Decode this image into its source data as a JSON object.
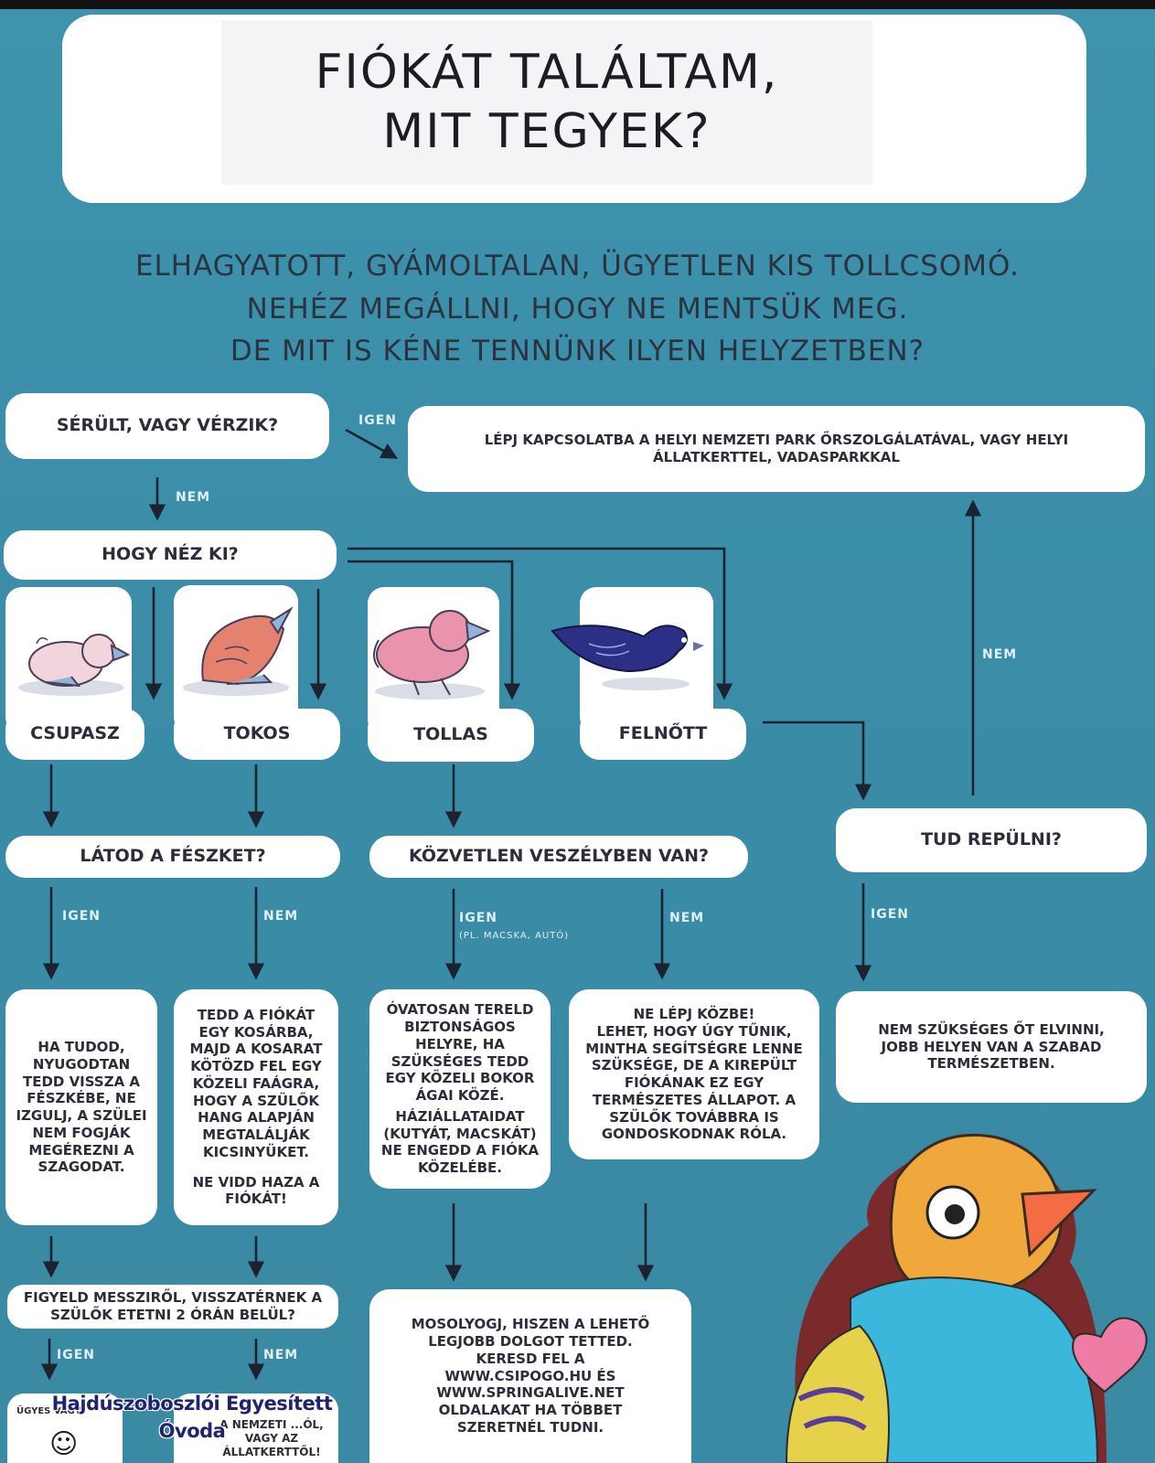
{
  "title": {
    "line1": "FIÓKÁT TALÁLTAM,",
    "line2": "MIT TEGYEK?"
  },
  "intro": {
    "line1": "ELHAGYATOTT, GYÁMOLTALAN, ÜGYETLEN KIS TOLLCSOMÓ.",
    "line2": "NEHÉZ MEGÁLLNI, HOGY NE MENTSÜK MEG.",
    "line3": "DE MIT IS KÉNE TENNÜNK ILYEN HELYZETBEN?"
  },
  "nodes": {
    "injured_question": "SÉRÜLT, VAGY VÉRZIK?",
    "contact_park": "LÉPJ KAPCSOLATBA A HELYI NEMZETI PARK ŐRSZOLGÁLATÁVAL, VAGY HELYI ÁLLATKERTTEL, VADASPARKKAL",
    "looks_question": "HOGY NÉZ KI?",
    "bird_naked": "CSUPASZ",
    "bird_pin": "TOKOS",
    "bird_feathered": "TOLLAS",
    "bird_adult": "FELNŐTT",
    "nest_question": "LÁTOD A FÉSZKET?",
    "danger_question": "KÖZVETLEN VESZÉLYBEN VAN?",
    "fly_question": "TUD REPÜLNI?",
    "put_back": "HA TUDOD, NYUGODTAN TEDD VISSZA A FÉSZKÉBE, NE IZGULJ, A SZÜLEI NEM FOGJÁK MEGÉREZNI A SZAGODAT.",
    "basket_main": "TEDD A FIÓKÁT EGY KOSÁRBA, MAJD A KOSARAT KÖTÖZD FEL EGY KÖZELI FAÁGRA, HOGY A SZÜLŐK HANG ALAPJÁN MEGTALÁLJÁK KICSINYÜKET.",
    "basket_extra": "NE VIDD HAZA A FIÓKÁT!",
    "herd_main": "ÓVATOSAN TERELD BIZTONSÁGOS HELYRE, HA SZÜKSÉGES TEDD EGY KÖZELI BOKOR ÁGAI KÖZÉ.",
    "herd_extra": "HÁZIÁLLATAIDAT (KUTYÁT, MACSKÁT) NE ENGEDD A FIÓKA KÖZELÉBE.",
    "dont_step_title": "NE LÉPJ KÖZBE!",
    "dont_step_text": "LEHET, HOGY ÚGY TŰNIK, MINTHA SEGÍTSÉGRE LENNE SZÜKSÉGE, DE A KIREPÜLT FIÓKÁNAK EZ EGY TERMÉSZETES ÁLLAPOT. A SZÜLŐK TOVÁBBRA IS GONDOSKODNAK RÓLA.",
    "no_need": "NEM SZÜKSÉGES ŐT ELVINNI, JOBB HELYEN VAN A SZABAD TERMÉSZETBEN.",
    "watch": "FIGYELD MESSZIRŐL, VISSZATÉRNEK A SZÜLŐK ETETNI 2 ÓRÁN BELÜL?",
    "smile_text": "MOSOLYOGJ, HISZEN A LEHETŐ LEGJOBB DOLGOT TETTED. KERESD FEL A WWW.CSIPOGO.HU ÉS WWW.SPRINGALIVE.NET OLDALAKAT HA TÖBBET SZERETNÉL TUDNI.",
    "success_partial": "ÜGYES VAGY!",
    "ask_partial": "A NEMZETI ...ÓL, VAGY AZ ÁLLATKERTTŐL!"
  },
  "labels": {
    "igen": "IGEN",
    "nem": "NEM",
    "example": "(PL. MACSKA, AUTÓ)"
  },
  "watermark": {
    "line1": "Hajdúszoboszlói Egyesített",
    "line2": "Óvoda"
  },
  "icons": {
    "smiley": "☺",
    "bird1": "naked-chick-icon",
    "bird2": "pin-feather-chick-icon",
    "bird3": "feathered-chick-icon",
    "bird4": "adult-bird-icon",
    "mascot": "colorful-bird-mascot"
  },
  "colors": {
    "background": "#3e93ad",
    "box": "#ffffff",
    "text": "#2c2c3a",
    "label": "#dff0f7",
    "arrow": "#1b2230"
  }
}
